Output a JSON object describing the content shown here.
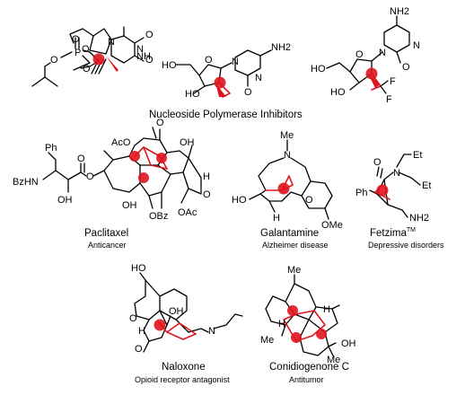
{
  "section_title": "Nucleoside Polymerase Inhibitors",
  "colors": {
    "highlight": "#e0141e",
    "bond": "#000000"
  },
  "molecules": [
    {
      "name": "Paclitaxel",
      "subtitle": "Anticancer"
    },
    {
      "name": "Galantamine",
      "subtitle": "Alzheimer disease"
    },
    {
      "name": "Fetzima",
      "name_sup": "TM",
      "subtitle": "Depressive disorders"
    },
    {
      "name": "Naloxone",
      "subtitle": "Opioid receptor antagonist"
    },
    {
      "name": "Conidiogenone C",
      "subtitle": "Antitumor"
    }
  ],
  "labels": {
    "nuc1": [
      "O",
      "O",
      "P",
      "O",
      "O",
      "N",
      "N",
      "NH",
      "O",
      "O"
    ],
    "nuc2": [
      "HO",
      "O",
      "N",
      "N",
      "NH2",
      "O",
      "HO"
    ],
    "nuc3": [
      "NH2",
      "N",
      "N",
      "O",
      "HO",
      "O",
      "HO",
      "F",
      "F"
    ],
    "paclitaxel": [
      "BzHN",
      "Ph",
      "O",
      "OH",
      "O",
      "AcO",
      "O",
      "OH",
      "H",
      "OH",
      "OBz",
      "O",
      "OAc"
    ],
    "galantamine": [
      "Me",
      "N",
      "HO",
      "O",
      "H",
      "OMe"
    ],
    "fetzima": [
      "O",
      "N",
      "Et",
      "Et",
      "Ph",
      "NH2"
    ],
    "naloxone": [
      "HO",
      "O",
      "OH",
      "N",
      "H",
      "O"
    ],
    "conidiogenone": [
      "Me",
      "H",
      "Me",
      "Me",
      "OH",
      "H"
    ]
  }
}
